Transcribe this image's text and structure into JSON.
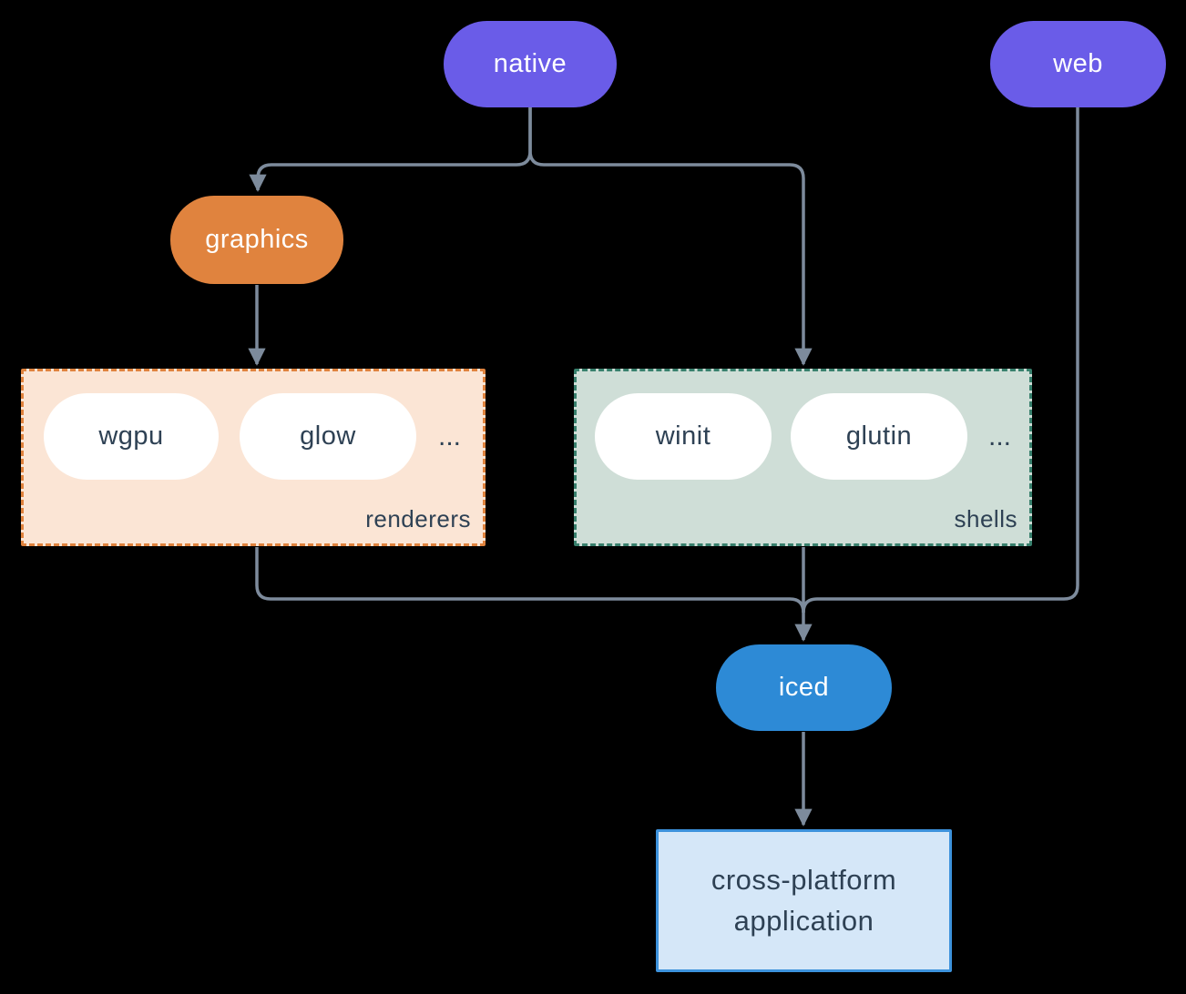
{
  "diagram": {
    "background_color": "#000000",
    "line_color": "#7d8b9c",
    "colors": {
      "platform_pill": "#6a5ce8",
      "graphics_pill": "#e0833e",
      "iced_pill": "#2d8ad6",
      "renderers_fill": "#fbe5d5",
      "renderers_border": "#e0833e",
      "shells_fill": "#cfded7",
      "shells_border": "#38806d",
      "app_fill": "#d5e7f8",
      "app_border": "#3d92dc",
      "dark_text": "#2e4154"
    },
    "nodes": {
      "native": {
        "label": "native"
      },
      "web": {
        "label": "web"
      },
      "graphics": {
        "label": "graphics"
      },
      "wgpu": {
        "label": "wgpu"
      },
      "glow": {
        "label": "glow"
      },
      "winit": {
        "label": "winit"
      },
      "glutin": {
        "label": "glutin"
      },
      "iced": {
        "label": "iced"
      },
      "app": {
        "label_line1": "cross-platform",
        "label_line2": "application"
      }
    },
    "groups": {
      "renderers": {
        "label": "renderers",
        "ellipsis": "..."
      },
      "shells": {
        "label": "shells",
        "ellipsis": "..."
      }
    },
    "edges": [
      {
        "from": "native",
        "to": "graphics"
      },
      {
        "from": "native",
        "to": "shells"
      },
      {
        "from": "graphics",
        "to": "renderers"
      },
      {
        "from": "renderers",
        "to": "iced"
      },
      {
        "from": "shells",
        "to": "iced"
      },
      {
        "from": "web",
        "to": "iced"
      },
      {
        "from": "iced",
        "to": "app"
      }
    ]
  }
}
